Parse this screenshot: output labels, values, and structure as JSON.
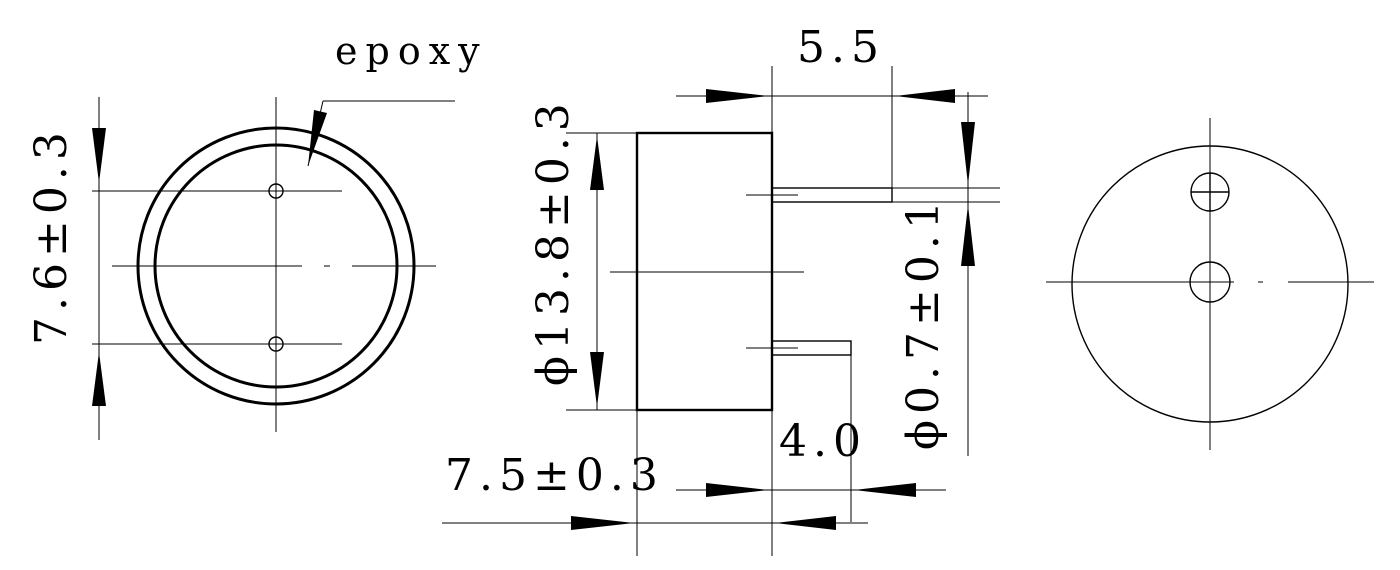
{
  "labels": {
    "epoxy": "epoxy",
    "pin_spacing": "7.6±0.3",
    "body_diameter": "ϕ13.8±0.3",
    "pin_offset": "5.5",
    "pin_diameter": "ϕ0.7±0.1",
    "short_pin_length": "4.0",
    "body_height": "7.5±0.3"
  },
  "views": {
    "left": "top-view",
    "middle": "side-view",
    "right": "bottom-view"
  }
}
